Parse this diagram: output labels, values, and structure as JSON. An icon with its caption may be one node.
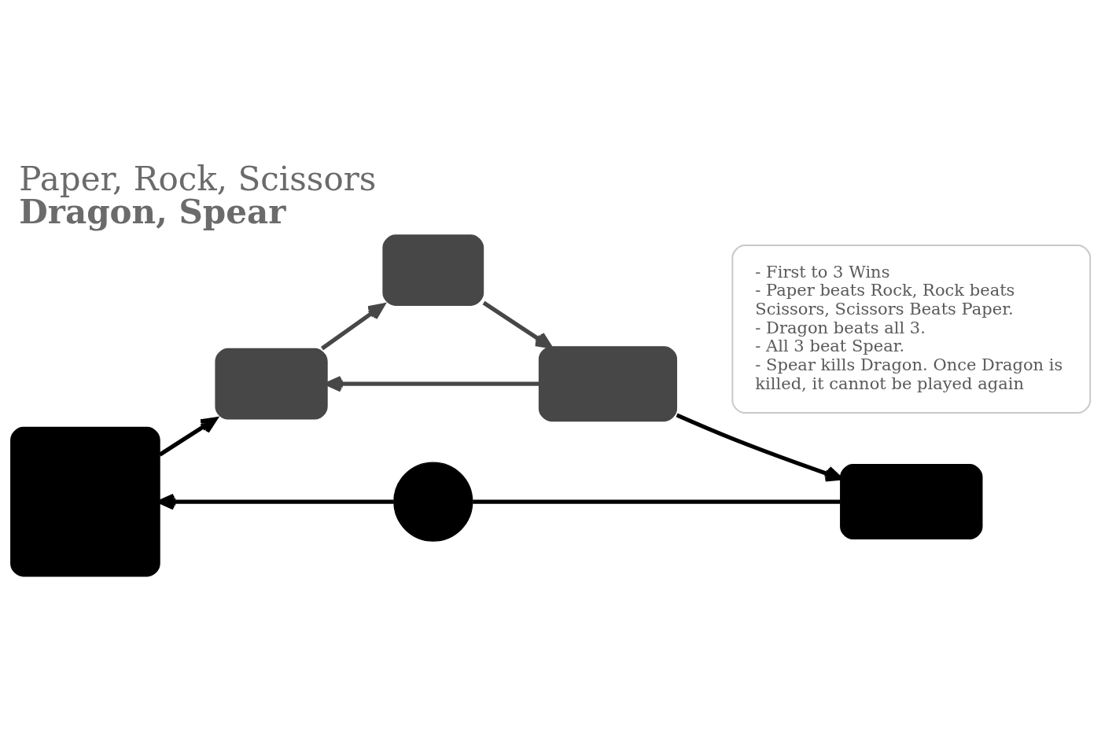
{
  "diagram": {
    "title": "Paper, Rock, Scissors Dragon, Spear",
    "nodes": [
      {
        "text": [
          "- First to 3 Wins",
          "- Paper beats Rock, Rock beats Scissors, Scissors Beats Paper.",
          "- Dragon beats all 3.",
          "- All 3 beat Spear.",
          "- Spear kills Dragon. Once Dragon is killed, it cannot be played again"
        ]
      },
      {
        "text": [],
        "shape": "box"
      },
      {
        "text": [],
        "shape": "box"
      },
      {
        "text": [],
        "shape": "box"
      },
      {
        "text": [],
        "shape": "box"
      },
      {
        "text": [],
        "shape": "circle"
      },
      {
        "text": [],
        "shape": "box"
      }
    ],
    "edges": [
      {
        "from": 2,
        "to": 1,
        "arrow": "to",
        "color": "#474747"
      },
      {
        "from": 1,
        "to": 3,
        "arrow": "to",
        "color": "#474747"
      },
      {
        "from": 3,
        "to": 2,
        "arrow": "to",
        "color": "#474747"
      },
      {
        "from": 4,
        "to": 2,
        "arrow": "to"
      },
      {
        "from": 3,
        "to": 6,
        "arrow": "to"
      },
      {
        "from": 6,
        "to": 5,
        "arrow": "none"
      },
      {
        "from": 5,
        "to": 4,
        "arrow": "to"
      }
    ]
  }
}
